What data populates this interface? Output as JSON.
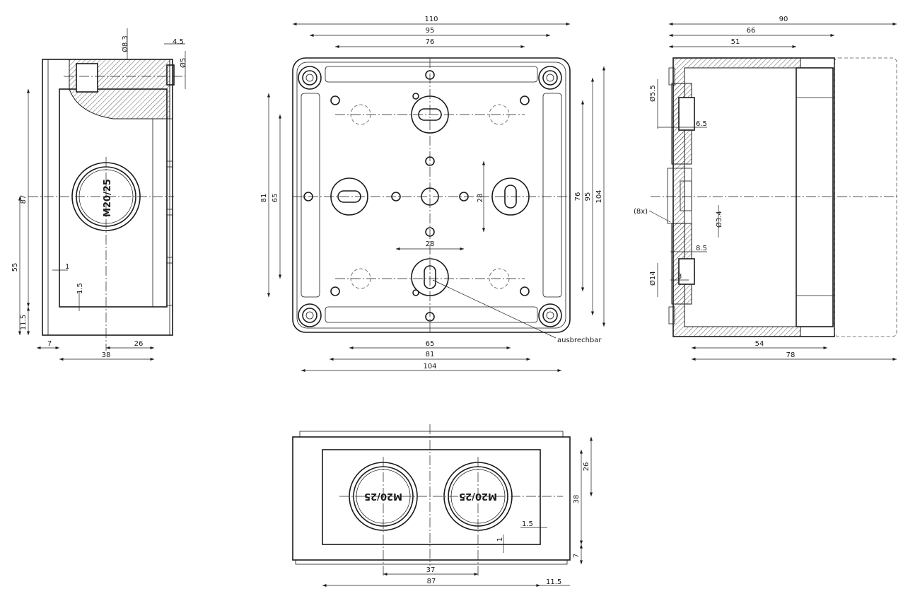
{
  "views": {
    "left": {
      "dims": {
        "d83": "Ø8.3",
        "d45": "4.5",
        "d5": "Ø5",
        "h87": "87",
        "h55": "55",
        "h115": "11.5",
        "w7": "7",
        "w38": "38",
        "w26": "26",
        "t1": "1",
        "t15": "1.5"
      },
      "gland": "M20/25"
    },
    "front": {
      "dims": {
        "w110": "110",
        "w95": "95",
        "w76": "76",
        "h81": "81",
        "h65": "65",
        "h28": "28",
        "w28": "28",
        "h76": "76",
        "h95": "95",
        "h104": "104",
        "b65": "65",
        "b81": "81",
        "b104": "104"
      },
      "label_breakout": "ausbrechbar"
    },
    "right": {
      "dims": {
        "w90": "90",
        "w66": "66",
        "w51": "51",
        "d55": "Ø5.5",
        "d65": "6.5",
        "count": "(8x)",
        "d34": "Ø3.4",
        "d85": "8.5",
        "d14": "Ø14",
        "d3": "3",
        "b54": "54",
        "b78": "78"
      }
    },
    "bottom": {
      "dims": {
        "h26": "26",
        "h38": "38",
        "h7": "7",
        "t1": "1",
        "t15": "1.5",
        "w37": "37",
        "w87": "87",
        "w115": "11.5"
      },
      "gland_left": "M20/25",
      "gland_right": "M20/25"
    }
  }
}
